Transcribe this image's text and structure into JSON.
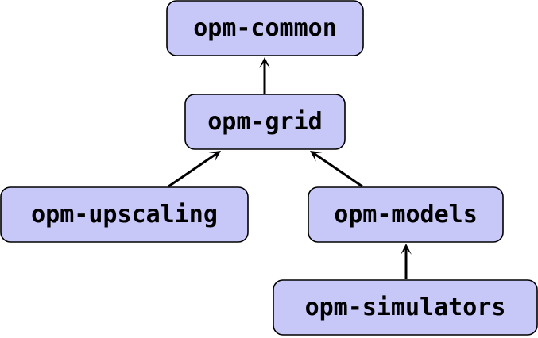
{
  "colors": {
    "node_fill": "#c8c8f8",
    "node_stroke": "#000000",
    "edge": "#000000",
    "background": "#ffffff"
  },
  "nodes": [
    {
      "id": "opm-common",
      "label": "opm-common"
    },
    {
      "id": "opm-grid",
      "label": "opm-grid"
    },
    {
      "id": "opm-upscaling",
      "label": "opm-upscaling"
    },
    {
      "id": "opm-models",
      "label": "opm-models"
    },
    {
      "id": "opm-simulators",
      "label": "opm-simulators"
    }
  ],
  "edges": [
    {
      "from": "opm-grid",
      "to": "opm-common"
    },
    {
      "from": "opm-upscaling",
      "to": "opm-grid"
    },
    {
      "from": "opm-models",
      "to": "opm-grid"
    },
    {
      "from": "opm-simulators",
      "to": "opm-models"
    }
  ]
}
